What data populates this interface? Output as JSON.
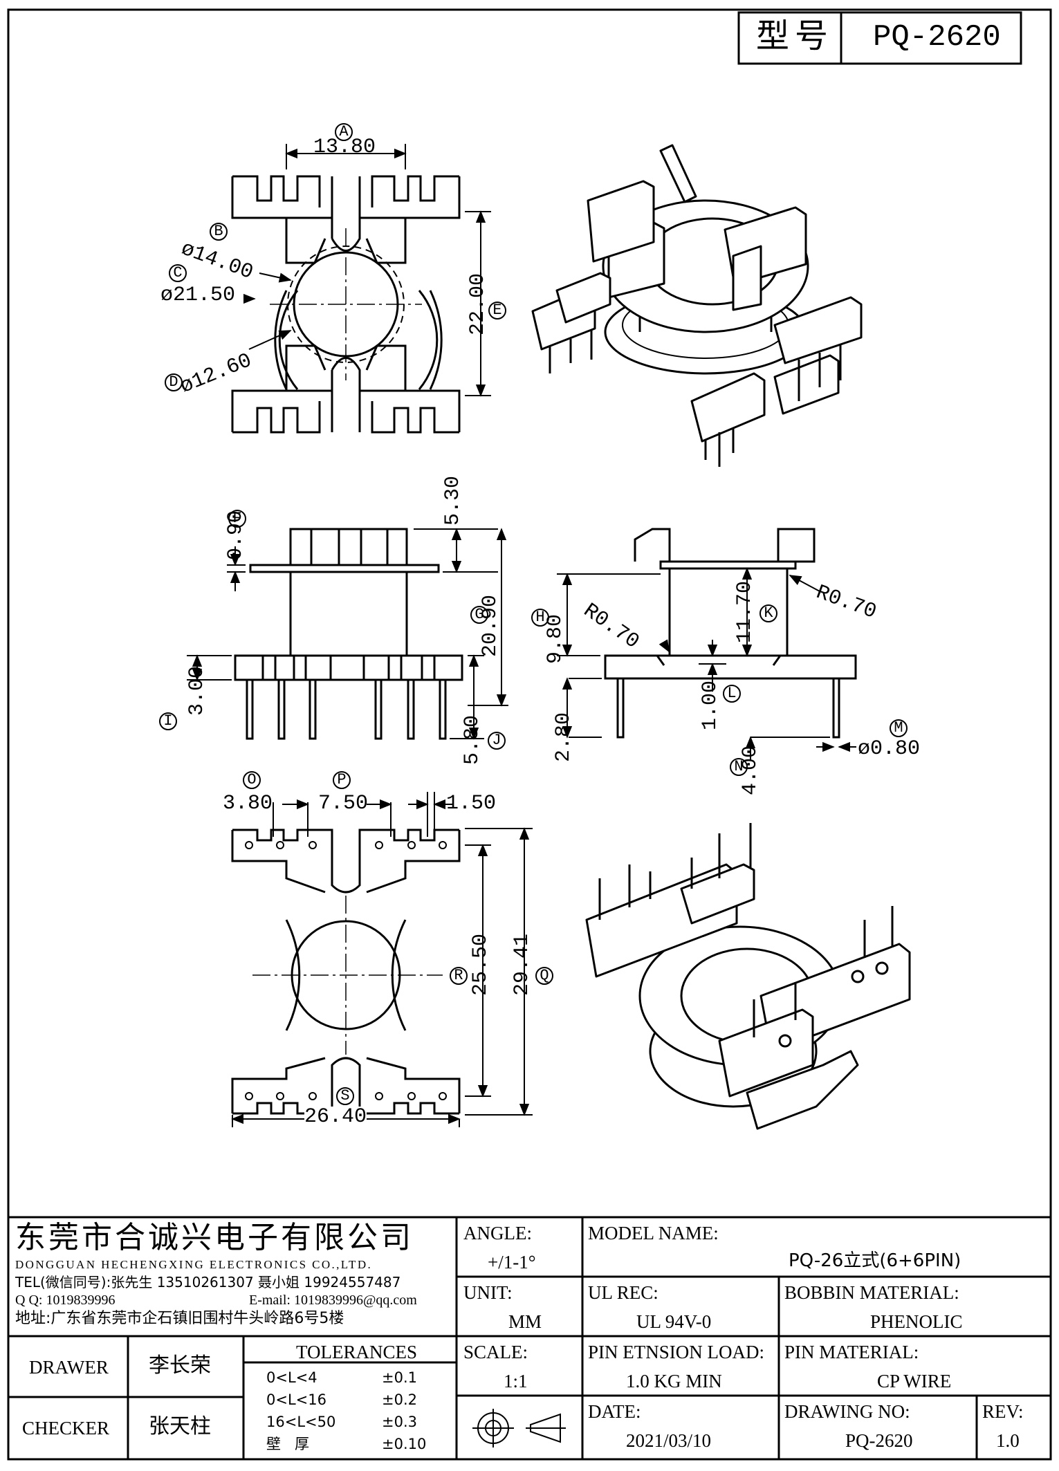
{
  "header": {
    "model_label": "型号",
    "model_value": "PQ-2620"
  },
  "drawing": {
    "top_view": {
      "A_circle": "A",
      "dim_A": "13.80",
      "B_circle": "B",
      "dim_B": "ø14.00",
      "C_circle": "C",
      "dim_C": "ø21.50",
      "D_circle": "D",
      "dim_D": "ø12.60",
      "E_circle": "E",
      "dim_E": "22.00"
    },
    "front_view": {
      "F_circle": "F",
      "dim_F": "0.90",
      "dim_top": "5.30",
      "G_circle": "G",
      "dim_G": "20.90",
      "I_circle": "I",
      "dim_I": "3.00",
      "J_circle": "J",
      "dim_J": "5.80"
    },
    "side_view": {
      "H_circle": "H",
      "dim_H": "9.80",
      "radius_left": "R0.70",
      "radius_right": "R0.70",
      "K_circle": "K",
      "dim_K": "11.70",
      "L_circle": "L",
      "dim_L": "1.00",
      "dim_pin_len": "2.80",
      "M_circle": "M",
      "dim_M": "ø0.80",
      "N_circle": "N",
      "dim_N": "4.00"
    },
    "bottom_view": {
      "O_circle": "O",
      "dim_O": "3.80",
      "P_circle": "P",
      "dim_P": "7.50",
      "dim_pin_w": "1.50",
      "R_circle": "R",
      "dim_R": "25.50",
      "Q_circle": "Q",
      "dim_Q": "29.41",
      "S_circle": "S",
      "dim_S": "26.40"
    }
  },
  "title_block": {
    "company_cn": "东莞市合诚兴电子有限公司",
    "company_en": "DONGGUAN HECHENGXING ELECTRONICS CO.,LTD.",
    "tel": "TEL(微信同号):张先生 13510261307 聂小姐 19924557487",
    "qq_label": "Q Q: 1019839996",
    "email": "E-mail: 1019839996@qq.com",
    "address": "地址:广东省东莞市企石镇旧围村牛头岭路6号5楼",
    "angle_label": "ANGLE:",
    "angle_value": "+/1-1°",
    "unit_label": "UNIT:",
    "unit_value": "MM",
    "scale_label": "SCALE:",
    "scale_value": "1:1",
    "model_name_label": "MODEL NAME:",
    "model_name_value": "PQ-26立式(6+6PIN)",
    "ul_label": "UL REC:",
    "ul_value": "UL 94V-0",
    "bobbin_label": "BOBBIN MATERIAL:",
    "bobbin_value": "PHENOLIC",
    "pin_load_label": "PIN ETNSION LOAD:",
    "pin_load_value": "1.0 KG MIN",
    "pin_material_label": "PIN MATERIAL:",
    "pin_material_value": "CP WIRE",
    "date_label": "DATE:",
    "date_value": "2021/03/10",
    "drawing_no_label": "DRAWING NO:",
    "drawing_no_value": "PQ-2620",
    "rev_label": "REV:",
    "rev_value": "1.0",
    "drawer_label": "DRAWER",
    "drawer_name": "李长荣",
    "checker_label": "CHECKER",
    "checker_name": "张天柱",
    "tolerances_title": "TOLERANCES",
    "tolerances": [
      {
        "range": "0<L<4",
        "value": "±0.1"
      },
      {
        "range": "0<L<16",
        "value": "±0.2"
      },
      {
        "range": "16<L<50",
        "value": "±0.3"
      },
      {
        "range": "壁   厚",
        "value": "±0.10"
      }
    ]
  }
}
